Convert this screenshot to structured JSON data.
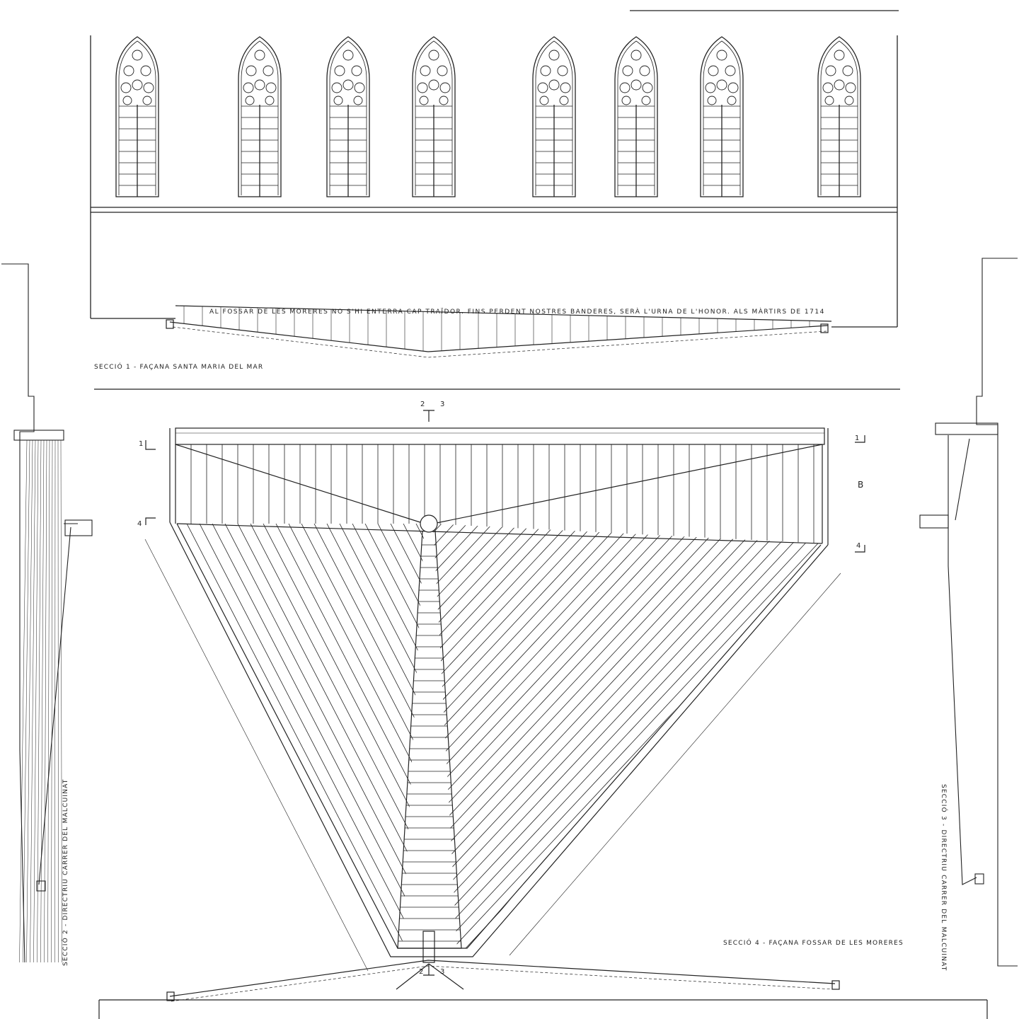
{
  "inscription": "AL FOSSAR DE LES MORERES NO S'HI ENTERRA CAP TRAÏDOR. FINS PERDENT NOSTRES BANDERES, SERÀ L'URNA DE L'HONOR.  ALS MÀRTIRS DE 1714",
  "sections": {
    "s1": "SECCIÓ 1 - FAÇANA SANTA MARIA DEL MAR",
    "s2": "SECCIÓ 2 - DIRECTRIU CARRER DEL MALCUINAT",
    "s3": "SECCIÓ 3 - DIRECTRIU CARRER DEL MALCUINAT",
    "s4": "SECCIÓ 4 - FAÇANA FOSSAR DE LES MORERES"
  },
  "markers": {
    "m1": "1",
    "m2": "2",
    "m3": "3",
    "m4": "4",
    "zoneB": "B"
  },
  "colors": {
    "ink": "#222222",
    "paper": "#ffffff"
  }
}
